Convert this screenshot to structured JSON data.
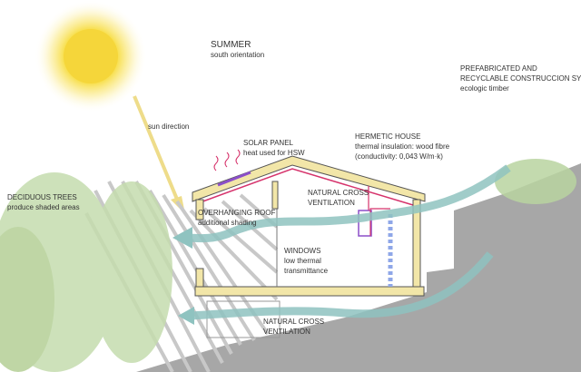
{
  "title": {
    "heading": "SUMMER",
    "sub": "south orientation"
  },
  "system": {
    "line1": "PREFABRICATED AND",
    "line2": "RECYCLABLE CONSTRUCCION SYSTEM",
    "line3": "ecologic timber"
  },
  "sun": {
    "label": "sun direction"
  },
  "solar_panel": {
    "heading": "SOLAR PANEL",
    "sub": "heat used for HSW"
  },
  "hermetic": {
    "heading": "HERMETIC HOUSE",
    "line1": "thermal insulation: wood fibre",
    "line2": "(conductivity: 0,043 W/m·k)"
  },
  "trees": {
    "heading": "DECIDUOUS TREES",
    "sub": "produce shaded areas"
  },
  "ventilation_upper": {
    "line1": "NATURAL CROSS",
    "line2": "VENTILATION"
  },
  "roof": {
    "heading": "OVERHANGING ROOF",
    "sub": "additional shading"
  },
  "windows": {
    "heading": "WINDOWS",
    "line1": "low thermal",
    "line2": "transmittance"
  },
  "ventilation_lower": {
    "line1": "NATURAL CROSS",
    "line2": "VENTILATION"
  },
  "colors": {
    "sun": "#f7dc3c",
    "airflow": "#8fc3c0",
    "terrain": "#a7a7a7",
    "insulation": "#f2e6a8",
    "heating": "#d6336c",
    "panel": "#8b4fc9"
  }
}
